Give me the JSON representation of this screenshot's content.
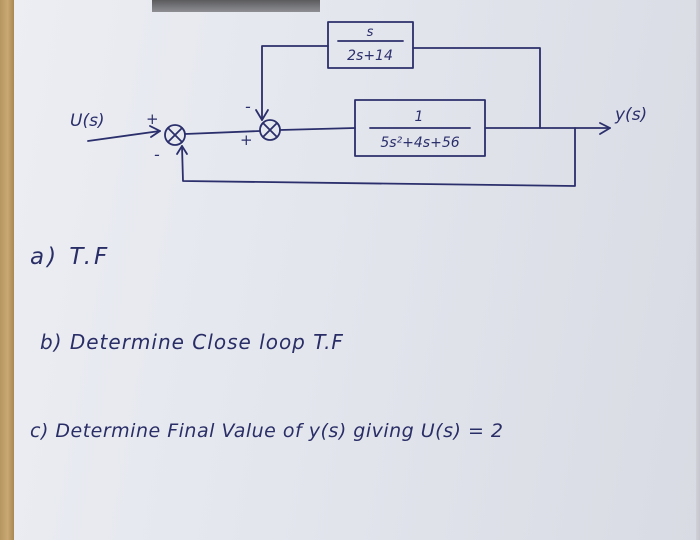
{
  "diagram": {
    "input_label": "U(s)",
    "output_label": "y(s)",
    "feedback_block": {
      "numerator": "s",
      "denominator": "2s+14"
    },
    "forward_block": {
      "numerator": "1",
      "denominator": "5s²+4s+56"
    },
    "summer1_signs": {
      "plus": "+",
      "minus": "-"
    },
    "summer2_signs": {
      "plus": "+",
      "minus": "-"
    }
  },
  "questions": {
    "a": "a) T.F",
    "b": "b) Determine Close loop T.F",
    "c": "c) Determine Final Value of y(s) giving U(s) = 2"
  },
  "colors": {
    "ink": "#2b2f6b",
    "board": "#e6e8ef"
  }
}
